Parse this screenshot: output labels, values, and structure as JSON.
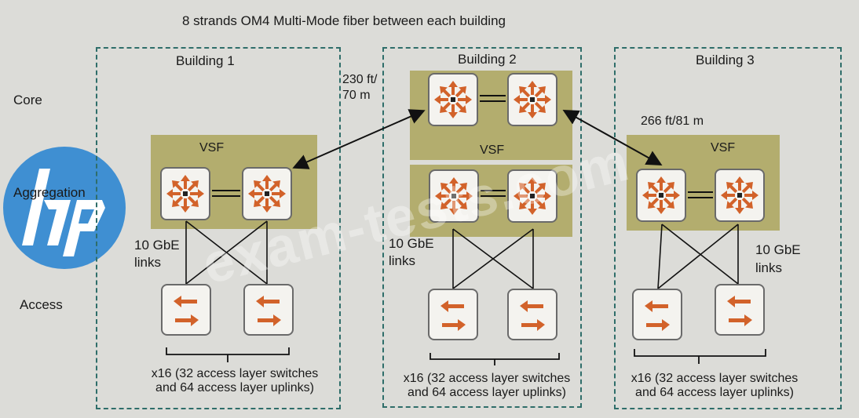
{
  "title": "8 strands OM4 Multi-Mode fiber between each building",
  "layers": {
    "core": "Core",
    "aggregation": "Aggregation",
    "access": "Access"
  },
  "buildings": [
    {
      "name": "Building 1",
      "vsf": "VSF",
      "links": [
        "10 GbE",
        "links"
      ],
      "note": [
        "x16 (32 access layer switches",
        "and 64 access layer uplinks)"
      ]
    },
    {
      "name": "Building 2",
      "vsf": "VSF",
      "links": [
        "10 GbE",
        "links"
      ],
      "note": [
        "x16 (32 access layer switches",
        "and 64 access layer uplinks)"
      ]
    },
    {
      "name": "Building 3",
      "vsf": "VSF",
      "links": [
        "10 GbE",
        "links"
      ],
      "note": [
        "x16 (32 access layer switches",
        "and 64 access layer uplinks)"
      ]
    }
  ],
  "distances": {
    "b1_b2": [
      "230 ft/",
      "70 m"
    ],
    "b2_b3": "266 ft/81 m"
  },
  "logo_text": "hp",
  "watermark": "exam-tests.com",
  "colors": {
    "dashed_border": "#2f6e6a",
    "vsf_fill": "#b3ad6e",
    "icon_orange": "#d2622a",
    "logo_blue": "#3f8fd2"
  },
  "icons": {
    "router": "router-arrows-icon",
    "access_switch": "switch-arrows-icon"
  }
}
